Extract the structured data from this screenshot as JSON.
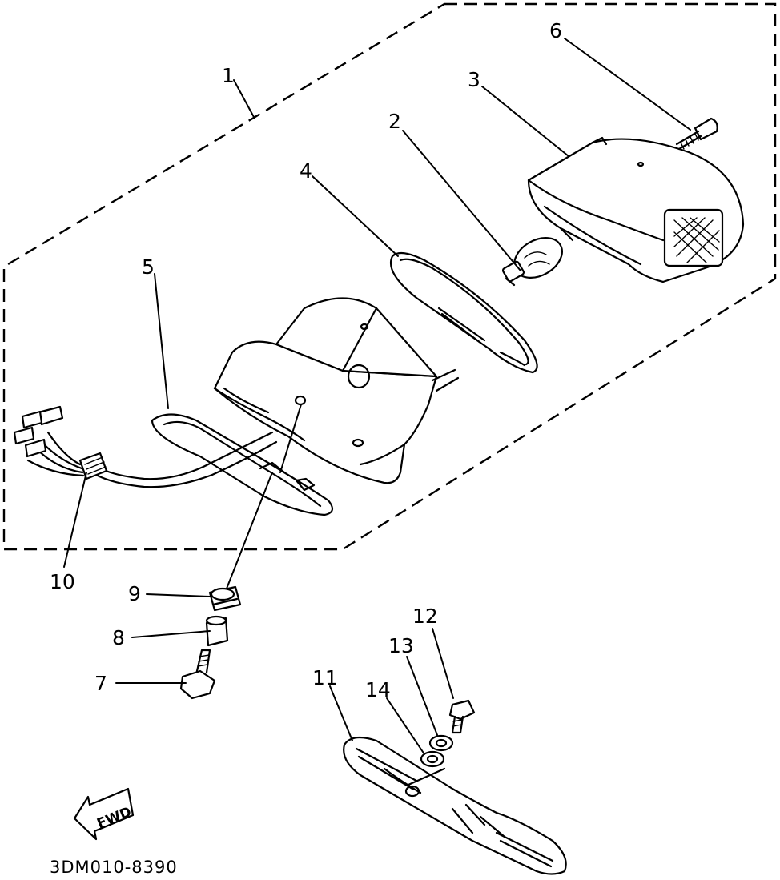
{
  "diagram": {
    "callouts": [
      {
        "id": "1",
        "label": "1"
      },
      {
        "id": "2",
        "label": "2"
      },
      {
        "id": "3",
        "label": "3"
      },
      {
        "id": "4",
        "label": "4"
      },
      {
        "id": "5",
        "label": "5"
      },
      {
        "id": "6",
        "label": "6"
      },
      {
        "id": "7",
        "label": "7"
      },
      {
        "id": "8",
        "label": "8"
      },
      {
        "id": "9",
        "label": "9"
      },
      {
        "id": "10",
        "label": "10"
      },
      {
        "id": "11",
        "label": "11"
      },
      {
        "id": "12",
        "label": "12"
      },
      {
        "id": "13",
        "label": "13"
      },
      {
        "id": "14",
        "label": "14"
      }
    ],
    "fwd_label": "FWD",
    "diagram_code": "3DM010-8390"
  }
}
